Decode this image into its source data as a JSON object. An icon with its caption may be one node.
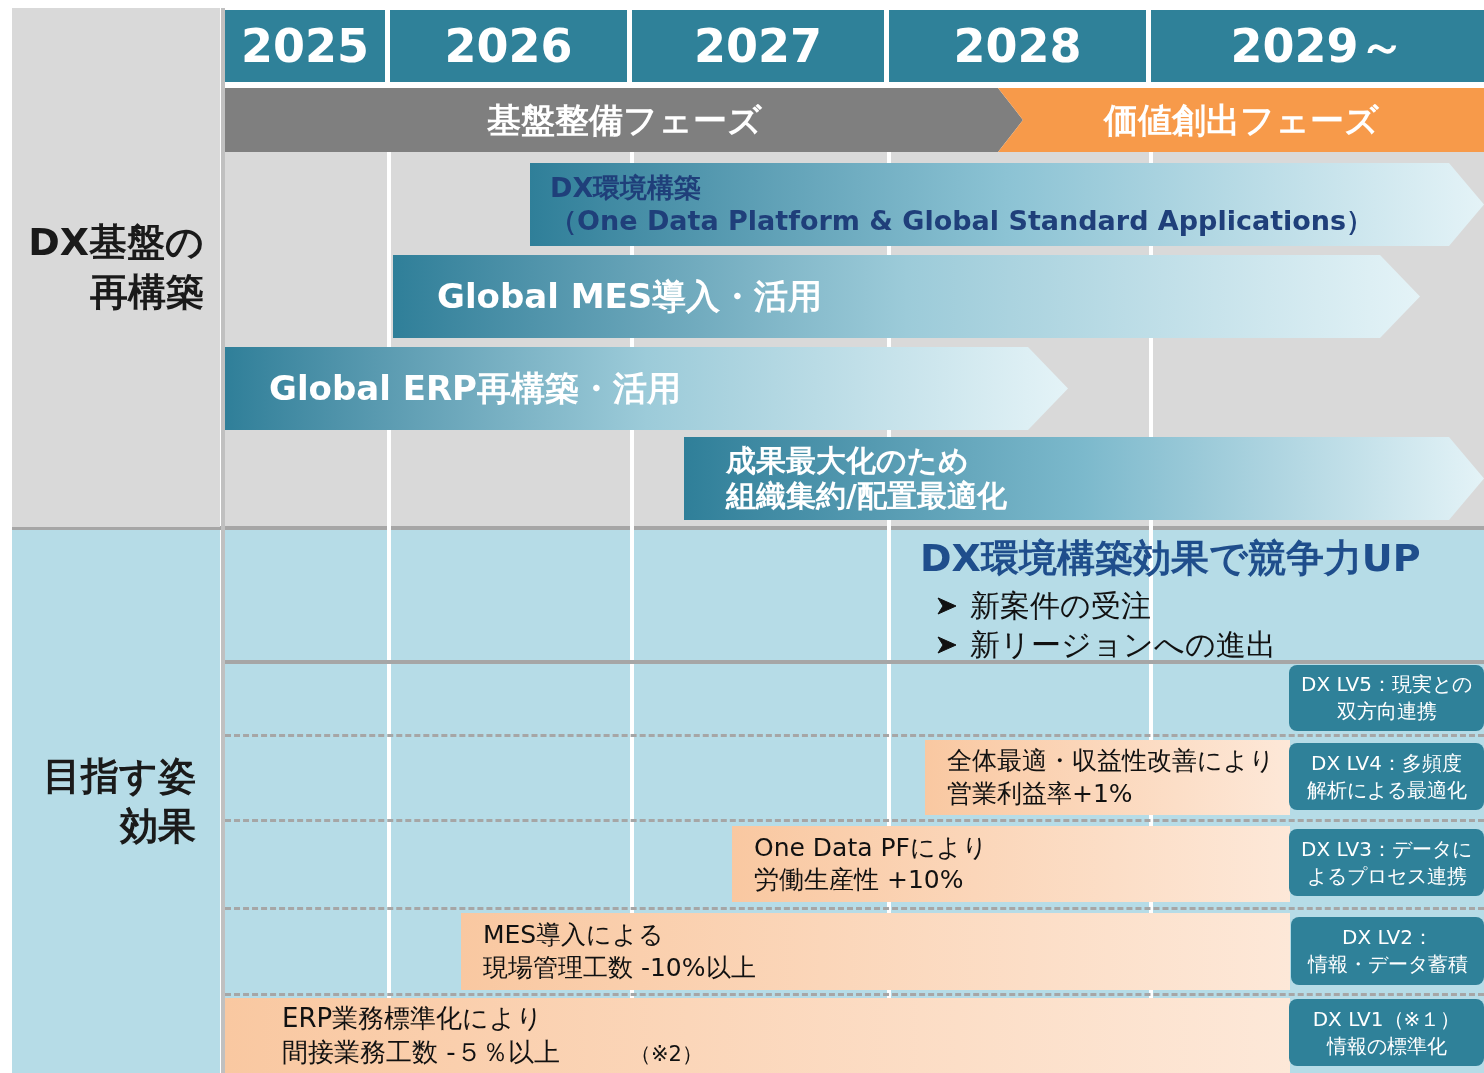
{
  "diagram": {
    "nodes": [
      {
        "text": [
          "2025"
        ]
      },
      {
        "text": [
          "2026"
        ]
      },
      {
        "text": [
          "2027"
        ]
      },
      {
        "text": [
          "2028"
        ]
      },
      {
        "text": [
          "2029～"
        ]
      },
      {
        "text": [
          "基盤整備フェーズ"
        ]
      },
      {
        "text": [
          "価値創出フェーズ"
        ]
      },
      {
        "text": [
          "DX基盤の",
          "再構築"
        ]
      },
      {
        "text": [
          "目指す姿",
          "効果"
        ]
      },
      {
        "text": [
          "DX環境構築",
          "（One Data Platform & Global Standard Applications）"
        ]
      },
      {
        "text": [
          "Global MES導入・活用"
        ]
      },
      {
        "text": [
          "Global ERP再構築・活用"
        ]
      },
      {
        "text": [
          "成果最大化のため",
          "組織集約/配置最適化"
        ]
      },
      {
        "text": [
          "全体最適・収益性改善により",
          "営業利益率+1%"
        ]
      },
      {
        "text": [
          "One Data PFにより",
          "労働生産性 +10%"
        ]
      },
      {
        "text": [
          "MES導入による",
          "現場管理工数 -10%以上"
        ]
      },
      {
        "text": [
          "ERP業務標準化により",
          "間接業務工数 -５％以上",
          "（※2）"
        ]
      },
      {
        "text": [
          "DX LV5：現実との",
          "双方向連携"
        ]
      },
      {
        "text": [
          "DX LV4：多頻度",
          "解析による最適化"
        ]
      },
      {
        "text": [
          "DX LV3：データに",
          "よるプロセス連携"
        ]
      },
      {
        "text": [
          "DX LV2：",
          "情報・データ蓄積"
        ]
      },
      {
        "text": [
          "DX LV1（※１）",
          "情報の標準化"
        ]
      }
    ],
    "labels": [
      "DX環境構築効果で競争力UP",
      "新案件の受注",
      "新リージョンへの進出"
    ]
  }
}
